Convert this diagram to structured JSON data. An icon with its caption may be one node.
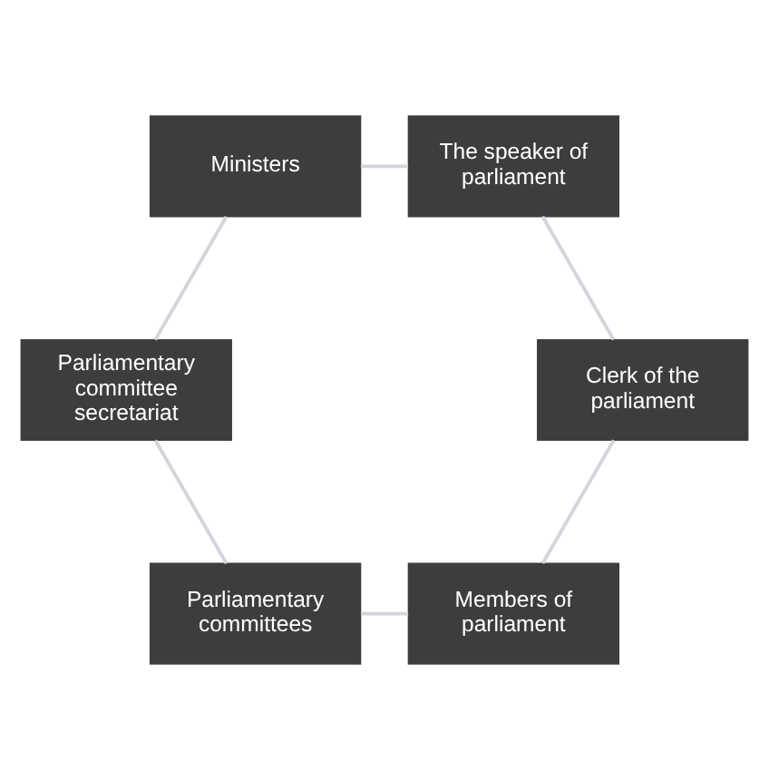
{
  "diagram": {
    "nodes": [
      {
        "text": [
          "Members of parliament"
        ]
      },
      {
        "text": [
          "Clerk of the parliament"
        ]
      },
      {
        "text": [
          "Parliamentary committees"
        ]
      },
      {
        "text": [
          "The speaker of parliament"
        ]
      },
      {
        "text": [
          "Parliamentary committee secretariat"
        ]
      },
      {
        "text": [
          "Ministers"
        ]
      }
    ],
    "edges": [
      {
        "from": 0,
        "to": 2,
        "arrow": "none"
      },
      {
        "from": 2,
        "to": 4,
        "arrow": "none"
      },
      {
        "from": 4,
        "to": 5,
        "arrow": "none"
      },
      {
        "from": 5,
        "to": 3,
        "arrow": "none"
      },
      {
        "from": 3,
        "to": 1,
        "arrow": "none"
      },
      {
        "from": 1,
        "to": 0,
        "arrow": "none"
      }
    ]
  }
}
